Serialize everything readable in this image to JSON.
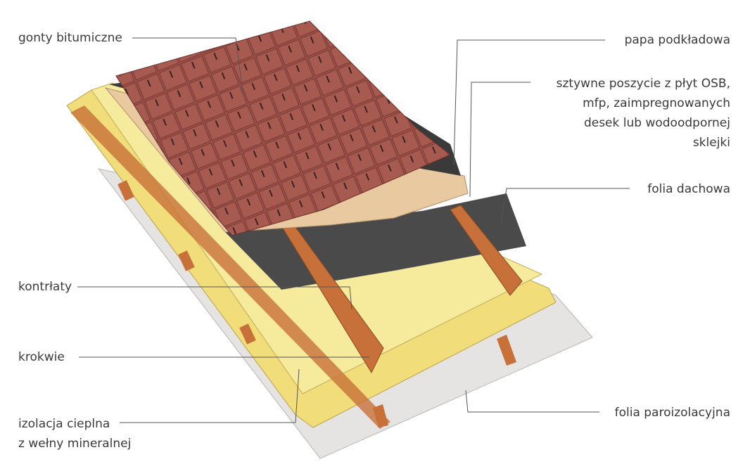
{
  "labels": {
    "gonty": "gonty bitumiczne",
    "papa": "papa podkładowa",
    "poszycie": [
      "sztywne poszycie z płyt OSB,",
      "mfp, zaimpregnowanych",
      "desek lub wodoodpornej",
      "sklejki"
    ],
    "folia_dachowa": "folia dachowa",
    "kontrlaty": "kontrłaty",
    "krokwie": "krokwie",
    "izolacja": [
      "izolacja cieplna",
      "z wełny mineralnej"
    ],
    "folia_paro": "folia paroizolacyjna"
  },
  "colors": {
    "shingles": "#9a5048",
    "osb": "#e8c9a0",
    "roof_foil": "#4a4a4a",
    "insulation": "#f3e58e",
    "vapor_foil": "#e6e4e2",
    "timber": "#c8703a",
    "leader": "#555555"
  }
}
